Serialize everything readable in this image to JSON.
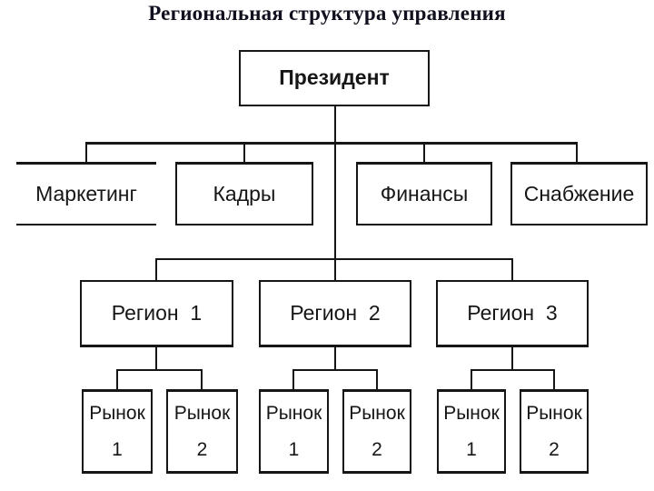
{
  "title": "Региональная структура управления",
  "colors": {
    "ink": "#161616",
    "title_ink": "#10101e",
    "background": "#ffffff"
  },
  "org": {
    "president": {
      "label": "Президент"
    },
    "departments": [
      {
        "label": "Маркетинг"
      },
      {
        "label": "Кадры"
      },
      {
        "label": "Финансы"
      },
      {
        "label": "Снабжение"
      }
    ],
    "regions": [
      {
        "label": "Регион  1",
        "markets": [
          {
            "line1": "Рынок",
            "line2": "1"
          },
          {
            "line1": "Рынок",
            "line2": "2"
          }
        ]
      },
      {
        "label": "Регион  2",
        "markets": [
          {
            "line1": "Рынок",
            "line2": "1"
          },
          {
            "line1": "Рынок",
            "line2": "2"
          }
        ]
      },
      {
        "label": "Регион  3",
        "markets": [
          {
            "line1": "Рынок",
            "line2": "1"
          },
          {
            "line1": "Рынок",
            "line2": "2"
          }
        ]
      }
    ]
  }
}
